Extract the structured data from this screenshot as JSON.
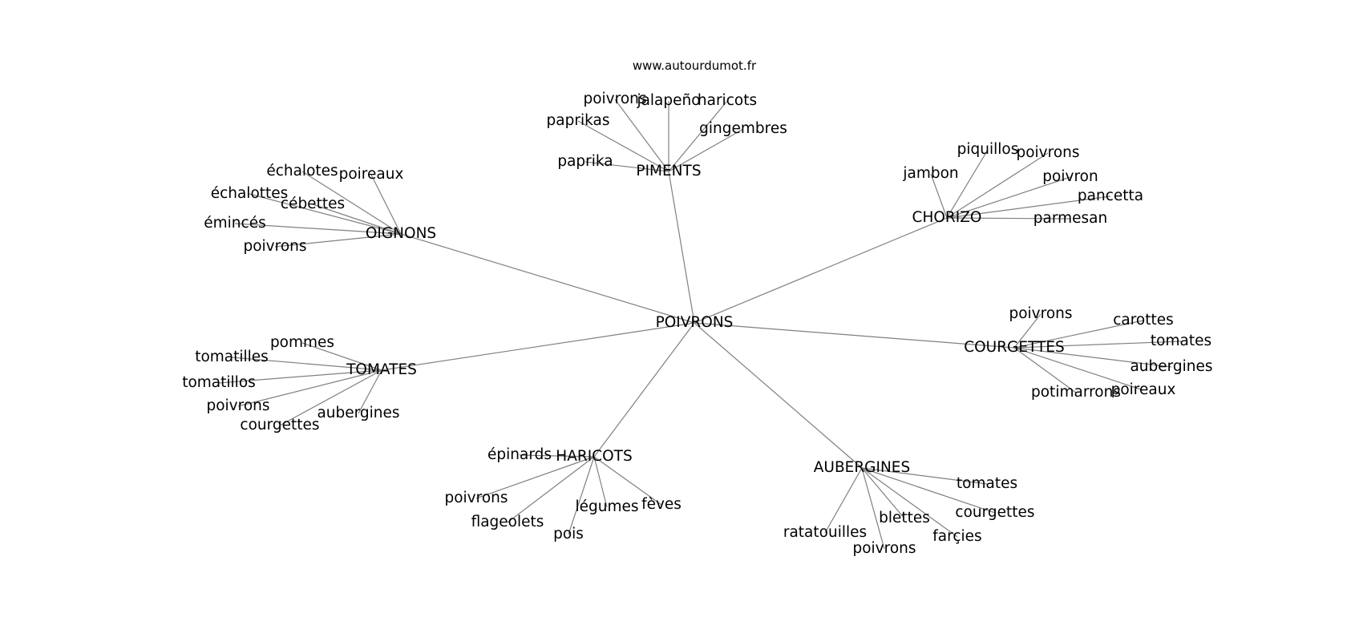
{
  "source": "www.autourdumot.fr",
  "graph": {
    "edge_color": "#808080",
    "center": "POIVRONS",
    "groups": [
      {
        "hub": "PIMENTS",
        "leaves": [
          "poivrons",
          "jalapeño",
          "haricots",
          "paprikas",
          "gingembres",
          "paprika"
        ]
      },
      {
        "hub": "OIGNONS",
        "leaves": [
          "échalotes",
          "poireaux",
          "échalottes",
          "cébettes",
          "émincés",
          "poivrons"
        ]
      },
      {
        "hub": "CHORIZO",
        "leaves": [
          "piquillos",
          "poivrons",
          "jambon",
          "poivron",
          "pancetta",
          "parmesan"
        ]
      },
      {
        "hub": "TOMATES",
        "leaves": [
          "pommes",
          "tomatilles",
          "tomatillos",
          "poivrons",
          "courgettes",
          "aubergines"
        ]
      },
      {
        "hub": "COURGETTES",
        "leaves": [
          "poivrons",
          "carottes",
          "tomates",
          "aubergines",
          "potimarrons",
          "poireaux"
        ]
      },
      {
        "hub": "HARICOTS",
        "leaves": [
          "épinards",
          "poivrons",
          "légumes",
          "fèves",
          "flageolets",
          "pois"
        ]
      },
      {
        "hub": "AUBERGINES",
        "leaves": [
          "tomates",
          "courgettes",
          "blettes",
          "ratatouilles",
          "farçies",
          "poivrons"
        ]
      }
    ]
  }
}
